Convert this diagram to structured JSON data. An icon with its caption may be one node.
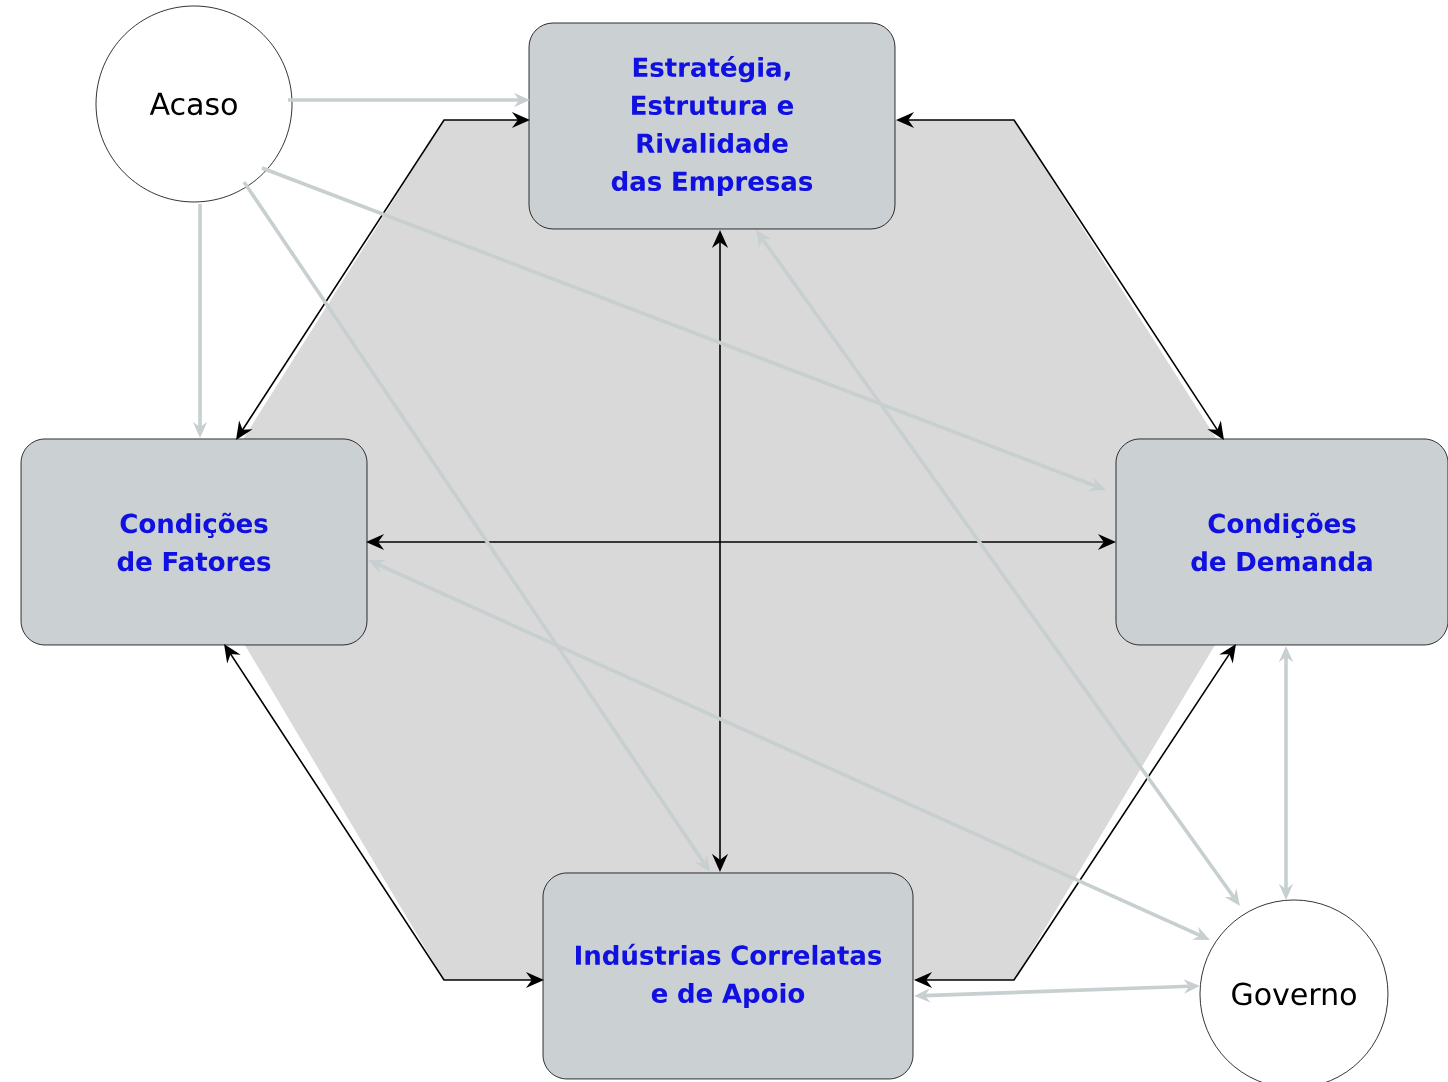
{
  "diagram": {
    "nodes": [
      {
        "text": [
          "Acaso"
        ]
      },
      {
        "text": [
          "Estratégia, Estrutura e Rivalidade das Empresas"
        ]
      },
      {
        "text": [
          "Condições de Fatores"
        ]
      },
      {
        "text": [
          "Condições de Demanda"
        ]
      },
      {
        "text": [
          "Indústrias Correlatas e de Apoio"
        ]
      },
      {
        "text": [
          "Governo"
        ]
      }
    ],
    "edges": [
      {
        "from": 2,
        "to": 1,
        "arrow": "both",
        "color": "#000000"
      },
      {
        "from": 1,
        "to": 3,
        "arrow": "both",
        "color": "#000000"
      },
      {
        "from": 3,
        "to": 4,
        "arrow": "both",
        "color": "#000000"
      },
      {
        "from": 4,
        "to": 2,
        "arrow": "both",
        "color": "#000000"
      },
      {
        "from": 1,
        "to": 4,
        "arrow": "both",
        "color": "#000000"
      },
      {
        "from": 2,
        "to": 3,
        "arrow": "both",
        "color": "#000000"
      },
      {
        "from": 0,
        "to": 1,
        "arrow": "to",
        "color": "#c8cfd0"
      },
      {
        "from": 0,
        "to": 2,
        "arrow": "to",
        "color": "#c8cfd0"
      },
      {
        "from": 0,
        "to": 3,
        "arrow": "to",
        "color": "#c8cfd0"
      },
      {
        "from": 0,
        "to": 4,
        "arrow": "to",
        "color": "#c8cfd0"
      },
      {
        "from": 5,
        "to": 1,
        "arrow": "both",
        "color": "#c8cfd0"
      },
      {
        "from": 5,
        "to": 2,
        "arrow": "both",
        "color": "#c8cfd0"
      },
      {
        "from": 5,
        "to": 3,
        "arrow": "both",
        "color": "#c8cfd0"
      },
      {
        "from": 5,
        "to": 4,
        "arrow": "both",
        "color": "#c8cfd0"
      }
    ]
  }
}
